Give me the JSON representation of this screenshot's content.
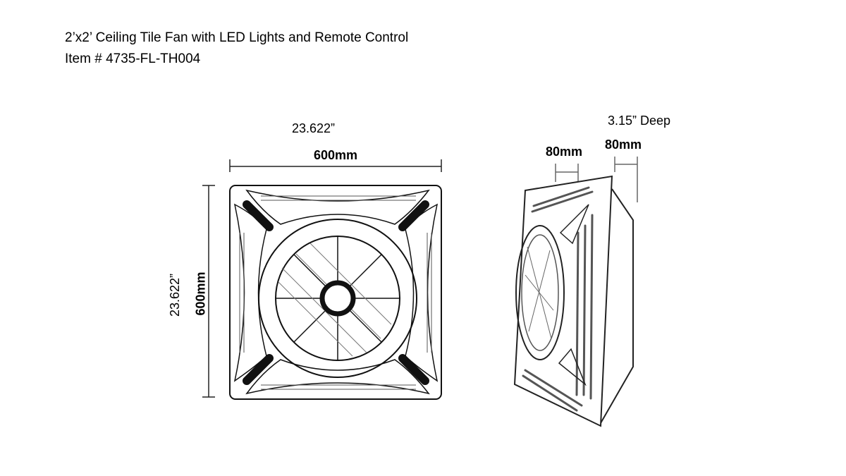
{
  "header": {
    "title": "2’x2’ Ceiling Tile Fan with LED Lights and Remote Control",
    "item": "Item # 4735-FL-TH004"
  },
  "front_view": {
    "width_in": "23.622”",
    "width_mm": "600mm",
    "height_in": "23.622”",
    "height_mm": "600mm"
  },
  "side_view": {
    "depth_label": "3.15” Deep",
    "depth_mm_left": "80mm",
    "depth_mm_right": "80mm"
  }
}
